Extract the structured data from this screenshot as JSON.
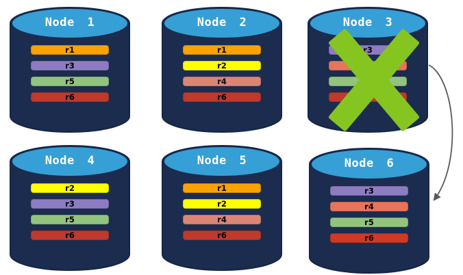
{
  "colors": {
    "background": "#FFFFFF",
    "cylinder_body": "#1B2C4F",
    "cylinder_outline": "#142647",
    "cylinder_top": "#369FD6",
    "title_text": "#FFFFFF",
    "bar_text": "#000000",
    "x_mark": "#86C420",
    "arrow": "#595959"
  },
  "nodes": [
    {
      "title": "Node 1",
      "crossed_out": false,
      "replicas": [
        {
          "label": "r1",
          "color": "#F9A202"
        },
        {
          "label": "r3",
          "color": "#8E7CC3"
        },
        {
          "label": "r5",
          "color": "#93C47D"
        },
        {
          "label": "r6",
          "color": "#C0392B"
        }
      ]
    },
    {
      "title": "Node 2",
      "crossed_out": false,
      "replicas": [
        {
          "label": "r1",
          "color": "#F9A202"
        },
        {
          "label": "r2",
          "color": "#FFFF00"
        },
        {
          "label": "r4",
          "color": "#DD8573"
        },
        {
          "label": "r6",
          "color": "#C0392B"
        }
      ]
    },
    {
      "title": "Node 3",
      "crossed_out": true,
      "replicas": [
        {
          "label": "r3",
          "color": "#8E7CC3"
        },
        {
          "label": "",
          "color": "#E8745C"
        },
        {
          "label": "",
          "color": "#93C47D"
        },
        {
          "label": "",
          "color": "#C0392B"
        }
      ]
    },
    {
      "title": "Node 4",
      "crossed_out": false,
      "replicas": [
        {
          "label": "r2",
          "color": "#FFFF00"
        },
        {
          "label": "r3",
          "color": "#8E7CC3"
        },
        {
          "label": "r5",
          "color": "#93C47D"
        },
        {
          "label": "r6",
          "color": "#C0392B"
        }
      ]
    },
    {
      "title": "Node 5",
      "crossed_out": false,
      "replicas": [
        {
          "label": "r1",
          "color": "#F9A202"
        },
        {
          "label": "r2",
          "color": "#FFFF00"
        },
        {
          "label": "r4",
          "color": "#DD8573"
        },
        {
          "label": "r6",
          "color": "#C0392B"
        }
      ]
    },
    {
      "title": "Node 6",
      "crossed_out": false,
      "replicas": [
        {
          "label": "r3",
          "color": "#8E7CC3"
        },
        {
          "label": "r4",
          "color": "#E8745C"
        },
        {
          "label": "r5",
          "color": "#93C47D"
        },
        {
          "label": "r6",
          "color": "#CE3A25"
        }
      ]
    }
  ],
  "arrow": {
    "from": "Node 3",
    "to": "Node 6"
  }
}
